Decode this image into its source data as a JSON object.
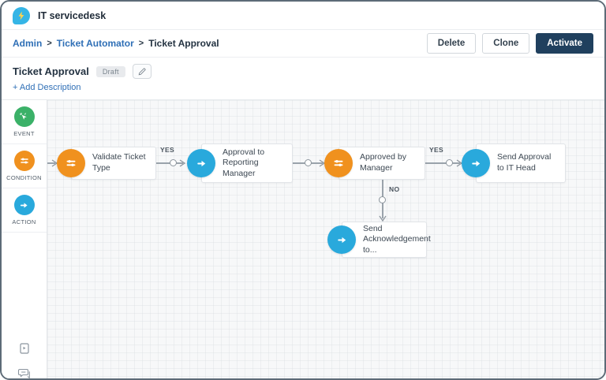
{
  "app": {
    "title": "IT servicedesk"
  },
  "breadcrumb": {
    "items": [
      "Admin",
      "Ticket Automator",
      "Ticket Approval"
    ],
    "separator": ">"
  },
  "toolbar": {
    "delete_label": "Delete",
    "clone_label": "Clone",
    "activate_label": "Activate"
  },
  "header": {
    "title": "Ticket Approval",
    "status_badge": "Draft",
    "add_description_label": "+ Add Description"
  },
  "sidebar": {
    "items": [
      {
        "label": "EVENT",
        "icon": "event-spark-icon",
        "color": "#3bb168"
      },
      {
        "label": "CONDITION",
        "icon": "condition-sliders-icon",
        "color": "#f0911e"
      },
      {
        "label": "ACTION",
        "icon": "action-arrow-icon",
        "color": "#29a9dc"
      }
    ],
    "footer_icons": [
      "guide-book-icon",
      "feedback-chat-icon"
    ]
  },
  "workflow": {
    "nodes": [
      {
        "id": "n1",
        "type": "condition",
        "label": "Validate Ticket Type",
        "color": "#f0911e"
      },
      {
        "id": "n2",
        "type": "action",
        "label": "Approval to Reporting Manager",
        "color": "#29a9dc"
      },
      {
        "id": "n3",
        "type": "condition",
        "label": "Approved by Manager",
        "color": "#f0911e"
      },
      {
        "id": "n4",
        "type": "action",
        "label": "Send Approval to IT Head",
        "color": "#29a9dc"
      },
      {
        "id": "n5",
        "type": "action",
        "label": "Send Acknowledgement to...",
        "color": "#29a9dc"
      }
    ],
    "edges": [
      {
        "from": "n1",
        "to": "n2",
        "label": "YES"
      },
      {
        "from": "n2",
        "to": "n3",
        "label": ""
      },
      {
        "from": "n3",
        "to": "n4",
        "label": "YES"
      },
      {
        "from": "n3",
        "to": "n5",
        "label": "NO"
      }
    ]
  },
  "colors": {
    "event_green": "#3bb168",
    "condition_orange": "#f0911e",
    "action_blue": "#29a9dc",
    "logo_cyan": "#35b5e6",
    "activate_navy": "#20405e",
    "link_blue": "#2f6fb6",
    "edge_gray": "#9aa3ab"
  }
}
